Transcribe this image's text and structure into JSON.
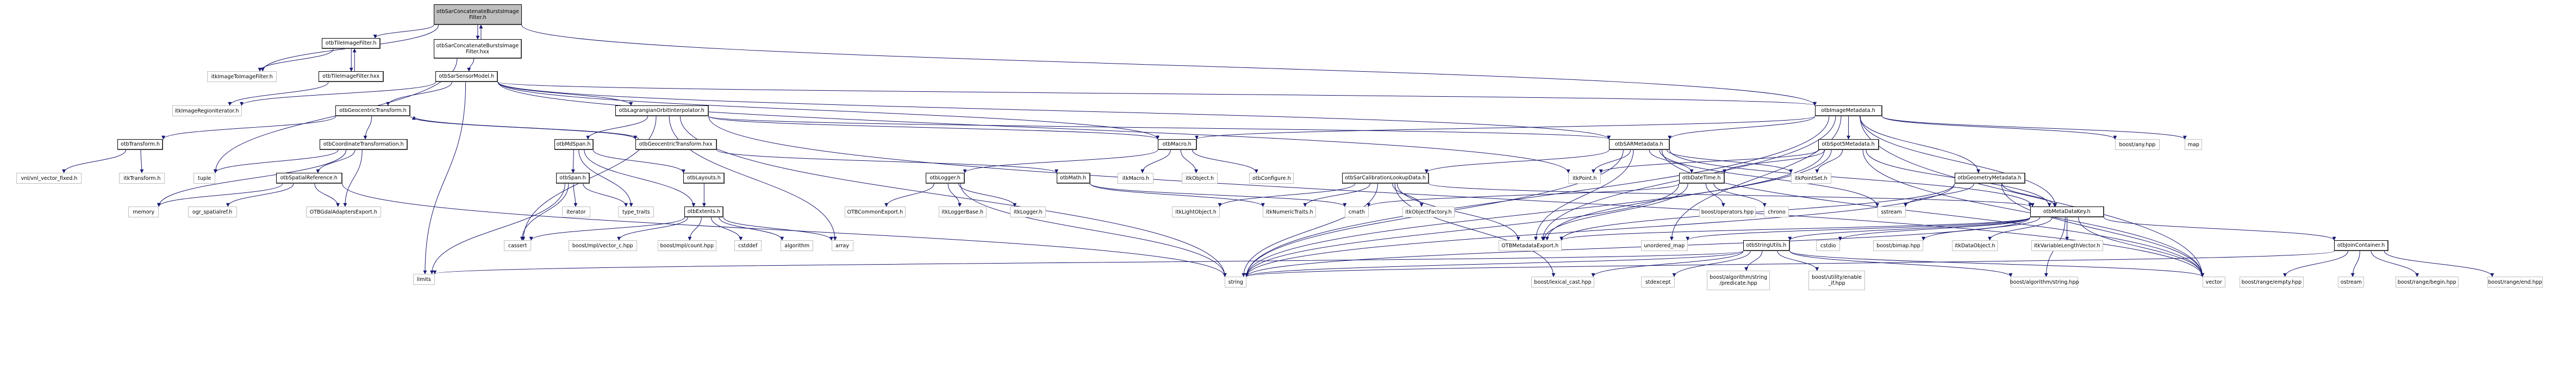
{
  "graph": {
    "title": "otbSarConcatenateBurstsImageFilter.h include dependency graph",
    "edge_color": "#191970",
    "root_fill": "#bfbfbf",
    "external_border": "#bfbfbf",
    "nodes": [
      {
        "id": "root",
        "label": "otbSarConcatenateBurstsImage\nFilter.h",
        "kind": "root"
      },
      {
        "id": "tileFilterH",
        "label": "otbTileImageFilter.h",
        "kind": "internal"
      },
      {
        "id": "sarConcatHxx",
        "label": "otbSarConcatenateBurstsImage\nFilter.hxx",
        "kind": "internal"
      },
      {
        "id": "itkImageToImageFilter",
        "label": "itkImageToImageFilter.h",
        "kind": "external"
      },
      {
        "id": "tileFilterHxx",
        "label": "otbTileImageFilter.hxx",
        "kind": "internal"
      },
      {
        "id": "sarSensorModel",
        "label": "otbSarSensorModel.h",
        "kind": "internal"
      },
      {
        "id": "itkImageRegionIterator",
        "label": "itkImageRegionIterator.h",
        "kind": "external"
      },
      {
        "id": "geocentricTransformH",
        "label": "otbGeocentricTransform.h",
        "kind": "internal"
      },
      {
        "id": "lagrangian",
        "label": "otbLagrangianOrbitInterpolator.h",
        "kind": "internal"
      },
      {
        "id": "imageMetadata",
        "label": "otbImageMetadata.h",
        "kind": "internal"
      },
      {
        "id": "otbTransform",
        "label": "otbTransform.h",
        "kind": "internal"
      },
      {
        "id": "coordTransform",
        "label": "otbCoordinateTransformation.h",
        "kind": "internal"
      },
      {
        "id": "mdspan",
        "label": "otbMdSpan.h",
        "kind": "internal"
      },
      {
        "id": "geocentricHxx",
        "label": "otbGeocentricTransform.hxx",
        "kind": "internal"
      },
      {
        "id": "otbMacro",
        "label": "otbMacro.h",
        "kind": "internal"
      },
      {
        "id": "sarMetadata",
        "label": "otbSARMetadata.h",
        "kind": "internal"
      },
      {
        "id": "spot5",
        "label": "otbSpot5Metadata.h",
        "kind": "internal"
      },
      {
        "id": "boostAny",
        "label": "boost/any.hpp",
        "kind": "external"
      },
      {
        "id": "map",
        "label": "map",
        "kind": "external"
      },
      {
        "id": "vnlVector",
        "label": "vnl/vnl_vector_fixed.h",
        "kind": "external"
      },
      {
        "id": "itkTransform",
        "label": "itkTransform.h",
        "kind": "external"
      },
      {
        "id": "tuple",
        "label": "tuple",
        "kind": "external"
      },
      {
        "id": "spatialRef",
        "label": "otbSpatialReference.h",
        "kind": "internal"
      },
      {
        "id": "span",
        "label": "otbSpan.h",
        "kind": "internal"
      },
      {
        "id": "layouts",
        "label": "otbLayouts.h",
        "kind": "internal"
      },
      {
        "id": "logger",
        "label": "otbLogger.h",
        "kind": "internal"
      },
      {
        "id": "math",
        "label": "otbMath.h",
        "kind": "internal"
      },
      {
        "id": "itkMacro",
        "label": "itkMacro.h",
        "kind": "external"
      },
      {
        "id": "itkObject",
        "label": "itkObject.h",
        "kind": "external"
      },
      {
        "id": "otbConfigure",
        "label": "otbConfigure.h",
        "kind": "external"
      },
      {
        "id": "sarCalib",
        "label": "otbSarCalibrationLookupData.h",
        "kind": "internal"
      },
      {
        "id": "itkPoint",
        "label": "itkPoint.h",
        "kind": "external"
      },
      {
        "id": "dateTime",
        "label": "otbDateTime.h",
        "kind": "internal"
      },
      {
        "id": "itkPointSet",
        "label": "itkPointSet.h",
        "kind": "external"
      },
      {
        "id": "geomMetadata",
        "label": "otbGeometryMetadata.h",
        "kind": "internal"
      },
      {
        "id": "memory",
        "label": "memory",
        "kind": "external"
      },
      {
        "id": "ogrSpatialRef",
        "label": "ogr_spatialref.h",
        "kind": "external"
      },
      {
        "id": "gdalAdaptersExport",
        "label": "OTBGdalAdaptersExport.h",
        "kind": "external"
      },
      {
        "id": "iterator",
        "label": "iterator",
        "kind": "external"
      },
      {
        "id": "typeTraits",
        "label": "type_traits",
        "kind": "external"
      },
      {
        "id": "extents",
        "label": "otbExtents.h",
        "kind": "internal"
      },
      {
        "id": "commonExport",
        "label": "OTBCommonExport.h",
        "kind": "external"
      },
      {
        "id": "itkLoggerBase",
        "label": "itkLoggerBase.h",
        "kind": "external"
      },
      {
        "id": "itkLogger",
        "label": "itkLogger.h",
        "kind": "external"
      },
      {
        "id": "itkLightObject",
        "label": "itkLightObject.h",
        "kind": "external"
      },
      {
        "id": "itkNumericTraits",
        "label": "itkNumericTraits.h",
        "kind": "external"
      },
      {
        "id": "cmath",
        "label": "cmath",
        "kind": "external"
      },
      {
        "id": "itkObjectFactory",
        "label": "itkObjectFactory.h",
        "kind": "external"
      },
      {
        "id": "boostOperators",
        "label": "boost/operators.hpp",
        "kind": "external"
      },
      {
        "id": "chrono",
        "label": "chrono",
        "kind": "external"
      },
      {
        "id": "sstream",
        "label": "sstream",
        "kind": "external"
      },
      {
        "id": "metaDataKey",
        "label": "otbMetaDataKey.h",
        "kind": "internal"
      },
      {
        "id": "cassert",
        "label": "cassert",
        "kind": "external"
      },
      {
        "id": "mplVectorC",
        "label": "boost/mpl/vector_c.hpp",
        "kind": "external"
      },
      {
        "id": "mplCount",
        "label": "boost/mpl/count.hpp",
        "kind": "external"
      },
      {
        "id": "cstddef",
        "label": "cstddef",
        "kind": "external"
      },
      {
        "id": "algorithm",
        "label": "algorithm",
        "kind": "external"
      },
      {
        "id": "array",
        "label": "array",
        "kind": "external"
      },
      {
        "id": "metadataExport",
        "label": "OTBMetadataExport.h",
        "kind": "external"
      },
      {
        "id": "unorderedMap",
        "label": "unordered_map",
        "kind": "external"
      },
      {
        "id": "stringUtils",
        "label": "otbStringUtils.h",
        "kind": "internal"
      },
      {
        "id": "cstdio",
        "label": "cstdio",
        "kind": "external"
      },
      {
        "id": "boostBimap",
        "label": "boost/bimap.hpp",
        "kind": "external"
      },
      {
        "id": "itkDataObject",
        "label": "itkDataObject.h",
        "kind": "external"
      },
      {
        "id": "itkVLV",
        "label": "itkVariableLengthVector.h",
        "kind": "external"
      },
      {
        "id": "joinContainer",
        "label": "otbJoinContainer.h",
        "kind": "internal"
      },
      {
        "id": "limits",
        "label": "limits",
        "kind": "external"
      },
      {
        "id": "string",
        "label": "string",
        "kind": "external"
      },
      {
        "id": "lexicalCast",
        "label": "boost/lexical_cast.hpp",
        "kind": "external"
      },
      {
        "id": "stdexcept",
        "label": "stdexcept",
        "kind": "external"
      },
      {
        "id": "algoStringPredicate",
        "label": "boost/algorithm/string\n/predicate.hpp",
        "kind": "external"
      },
      {
        "id": "enableIf",
        "label": "boost/utility/enable\n_if.hpp",
        "kind": "external"
      },
      {
        "id": "algoString",
        "label": "boost/algorithm/string.hpp",
        "kind": "external"
      },
      {
        "id": "vector",
        "label": "vector",
        "kind": "external"
      },
      {
        "id": "rangeEmpty",
        "label": "boost/range/empty.hpp",
        "kind": "external"
      },
      {
        "id": "ostream",
        "label": "ostream",
        "kind": "external"
      },
      {
        "id": "rangeBegin",
        "label": "boost/range/begin.hpp",
        "kind": "external"
      },
      {
        "id": "rangeEnd",
        "label": "boost/range/end.hpp",
        "kind": "external"
      }
    ],
    "edges": [
      [
        "root",
        "tileFilterH"
      ],
      [
        "root",
        "sarConcatHxx"
      ],
      [
        "root",
        "itkImageToImageFilter"
      ],
      [
        "root",
        "imageMetadata"
      ],
      [
        "sarConcatHxx",
        "root"
      ],
      [
        "sarConcatHxx",
        "sarSensorModel"
      ],
      [
        "sarConcatHxx",
        "tuple"
      ],
      [
        "tileFilterH",
        "itkImageToImageFilter"
      ],
      [
        "tileFilterH",
        "tileFilterHxx"
      ],
      [
        "tileFilterHxx",
        "tileFilterH"
      ],
      [
        "tileFilterHxx",
        "itkImageRegionIterator"
      ],
      [
        "sarSensorModel",
        "itkImageRegionIterator"
      ],
      [
        "sarSensorModel",
        "geocentricTransformH"
      ],
      [
        "sarSensorModel",
        "lagrangian"
      ],
      [
        "sarSensorModel",
        "imageMetadata"
      ],
      [
        "sarSensorModel",
        "sarMetadata"
      ],
      [
        "sarSensorModel",
        "itkPoint"
      ],
      [
        "sarSensorModel",
        "limits"
      ],
      [
        "sarSensorModel",
        "otbMacro"
      ],
      [
        "geocentricTransformH",
        "otbTransform"
      ],
      [
        "geocentricTransformH",
        "coordTransform"
      ],
      [
        "geocentricTransformH",
        "geocentricHxx"
      ],
      [
        "geocentricHxx",
        "geocentricTransformH"
      ],
      [
        "geocentricHxx",
        "math"
      ],
      [
        "lagrangian",
        "mdspan"
      ],
      [
        "lagrangian",
        "otbMacro"
      ],
      [
        "lagrangian",
        "sarMetadata"
      ],
      [
        "lagrangian",
        "cassert"
      ],
      [
        "lagrangian",
        "array"
      ],
      [
        "lagrangian",
        "vector"
      ],
      [
        "lagrangian",
        "string"
      ],
      [
        "otbTransform",
        "vnlVector"
      ],
      [
        "otbTransform",
        "itkTransform"
      ],
      [
        "coordTransform",
        "tuple"
      ],
      [
        "coordTransform",
        "memory"
      ],
      [
        "coordTransform",
        "spatialRef"
      ],
      [
        "coordTransform",
        "gdalAdaptersExport"
      ],
      [
        "spatialRef",
        "memory"
      ],
      [
        "spatialRef",
        "ogrSpatialRef"
      ],
      [
        "spatialRef",
        "gdalAdaptersExport"
      ],
      [
        "spatialRef",
        "string"
      ],
      [
        "mdspan",
        "span"
      ],
      [
        "mdspan",
        "typeTraits"
      ],
      [
        "mdspan",
        "layouts"
      ],
      [
        "mdspan",
        "extents"
      ],
      [
        "span",
        "iterator"
      ],
      [
        "span",
        "typeTraits"
      ],
      [
        "span",
        "cassert"
      ],
      [
        "span",
        "limits"
      ],
      [
        "layouts",
        "extents"
      ],
      [
        "extents",
        "cassert"
      ],
      [
        "extents",
        "mplVectorC"
      ],
      [
        "extents",
        "mplCount"
      ],
      [
        "extents",
        "cstddef"
      ],
      [
        "extents",
        "algorithm"
      ],
      [
        "extents",
        "array"
      ],
      [
        "otbMacro",
        "logger"
      ],
      [
        "otbMacro",
        "itkMacro"
      ],
      [
        "otbMacro",
        "itkObject"
      ],
      [
        "otbMacro",
        "otbConfigure"
      ],
      [
        "logger",
        "commonExport"
      ],
      [
        "logger",
        "itkLoggerBase"
      ],
      [
        "logger",
        "itkLogger"
      ],
      [
        "logger",
        "string"
      ],
      [
        "math",
        "itkNumericTraits"
      ],
      [
        "math",
        "cmath"
      ],
      [
        "imageMetadata",
        "otbMacro"
      ],
      [
        "imageMetadata",
        "sarMetadata"
      ],
      [
        "imageMetadata",
        "spot5"
      ],
      [
        "imageMetadata",
        "geomMetadata"
      ],
      [
        "imageMetadata",
        "metaDataKey"
      ],
      [
        "imageMetadata",
        "boostAny"
      ],
      [
        "imageMetadata",
        "map"
      ],
      [
        "imageMetadata",
        "vector"
      ],
      [
        "imageMetadata",
        "string"
      ],
      [
        "imageMetadata",
        "metadataExport"
      ],
      [
        "imageMetadata",
        "unorderedMap"
      ],
      [
        "sarMetadata",
        "sarCalib"
      ],
      [
        "sarMetadata",
        "itkPoint"
      ],
      [
        "sarMetadata",
        "dateTime"
      ],
      [
        "sarMetadata",
        "itkPointSet"
      ],
      [
        "sarMetadata",
        "metaDataKey"
      ],
      [
        "sarMetadata",
        "metadataExport"
      ],
      [
        "sarMetadata",
        "vector"
      ],
      [
        "sarMetadata",
        "string"
      ],
      [
        "sarMetadata",
        "sstream"
      ],
      [
        "spot5",
        "itkPoint"
      ],
      [
        "spot5",
        "dateTime"
      ],
      [
        "spot5",
        "itkPointSet"
      ],
      [
        "spot5",
        "metaDataKey"
      ],
      [
        "spot5",
        "metadataExport"
      ],
      [
        "spot5",
        "vector"
      ],
      [
        "spot5",
        "string"
      ],
      [
        "sarCalib",
        "itkLightObject"
      ],
      [
        "sarCalib",
        "itkNumericTraits"
      ],
      [
        "sarCalib",
        "itkObjectFactory"
      ],
      [
        "sarCalib",
        "metadataExport"
      ],
      [
        "sarCalib",
        "lexicalCast"
      ],
      [
        "sarCalib",
        "metaDataKey"
      ],
      [
        "sarCalib",
        "string"
      ],
      [
        "dateTime",
        "boostOperators"
      ],
      [
        "dateTime",
        "chrono"
      ],
      [
        "dateTime",
        "metadataExport"
      ],
      [
        "dateTime",
        "cmath"
      ],
      [
        "dateTime",
        "string"
      ],
      [
        "geomMetadata",
        "sstream"
      ],
      [
        "geomMetadata",
        "metaDataKey"
      ],
      [
        "geomMetadata",
        "metadataExport"
      ],
      [
        "geomMetadata",
        "string"
      ],
      [
        "geomMetadata",
        "vector"
      ],
      [
        "metaDataKey",
        "metadataExport"
      ],
      [
        "metaDataKey",
        "unorderedMap"
      ],
      [
        "metaDataKey",
        "stringUtils"
      ],
      [
        "metaDataKey",
        "cstdio"
      ],
      [
        "metaDataKey",
        "boostBimap"
      ],
      [
        "metaDataKey",
        "itkDataObject"
      ],
      [
        "metaDataKey",
        "itkVLV"
      ],
      [
        "metaDataKey",
        "joinContainer"
      ],
      [
        "metaDataKey",
        "string"
      ],
      [
        "metaDataKey",
        "vector"
      ],
      [
        "metaDataKey",
        "algoString"
      ],
      [
        "stringUtils",
        "string"
      ],
      [
        "stringUtils",
        "lexicalCast"
      ],
      [
        "stringUtils",
        "stdexcept"
      ],
      [
        "stringUtils",
        "algoStringPredicate"
      ],
      [
        "stringUtils",
        "enableIf"
      ],
      [
        "stringUtils",
        "algoString"
      ],
      [
        "stringUtils",
        "vector"
      ],
      [
        "stringUtils",
        "limits"
      ],
      [
        "joinContainer",
        "rangeEmpty"
      ],
      [
        "joinContainer",
        "ostream"
      ],
      [
        "joinContainer",
        "rangeBegin"
      ],
      [
        "joinContainer",
        "rangeEnd"
      ],
      [
        "joinContainer",
        "string"
      ]
    ]
  }
}
